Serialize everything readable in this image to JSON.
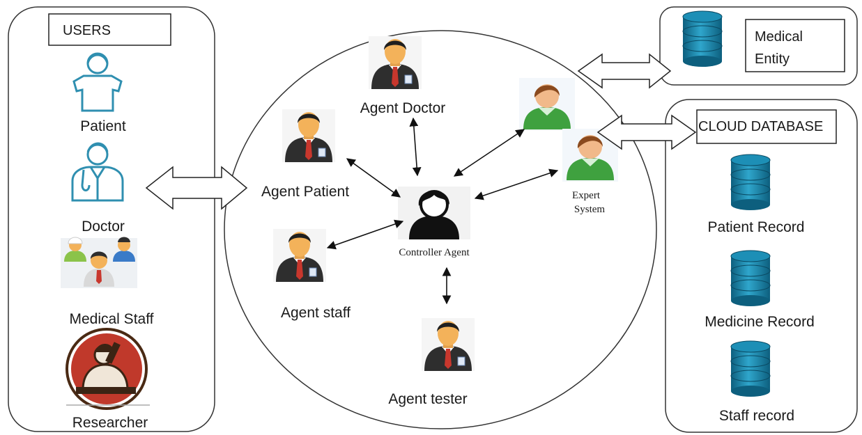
{
  "users_panel": {
    "header": "USERS",
    "patient_label": "Patient",
    "doctor_label": "Doctor",
    "medical_staff_label": "Medical Staff",
    "researcher_label": "Researcher"
  },
  "agents": {
    "doctor_label": "Agent Doctor",
    "patient_label": "Agent Patient",
    "staff_label": "Agent staff",
    "tester_label": "Agent tester",
    "controller_label": "Controller Agent",
    "expert_label_line1": "Expert",
    "expert_label_line2": "System"
  },
  "medical_entity": {
    "label_line1": "Medical",
    "label_line2": "Entity"
  },
  "cloud_panel": {
    "header": "CLOUD DATABASE",
    "patient_record_label": "Patient Record",
    "medicine_record_label": "Medicine Record",
    "staff_record_label": "Staff record"
  },
  "colors": {
    "db_teal": "#1f8bb0",
    "suit": "#2e2e2e",
    "tie": "#c8372d",
    "skin": "#f3b25a",
    "expert_green": "#3fa13f",
    "researcher_red": "#c0392b"
  }
}
